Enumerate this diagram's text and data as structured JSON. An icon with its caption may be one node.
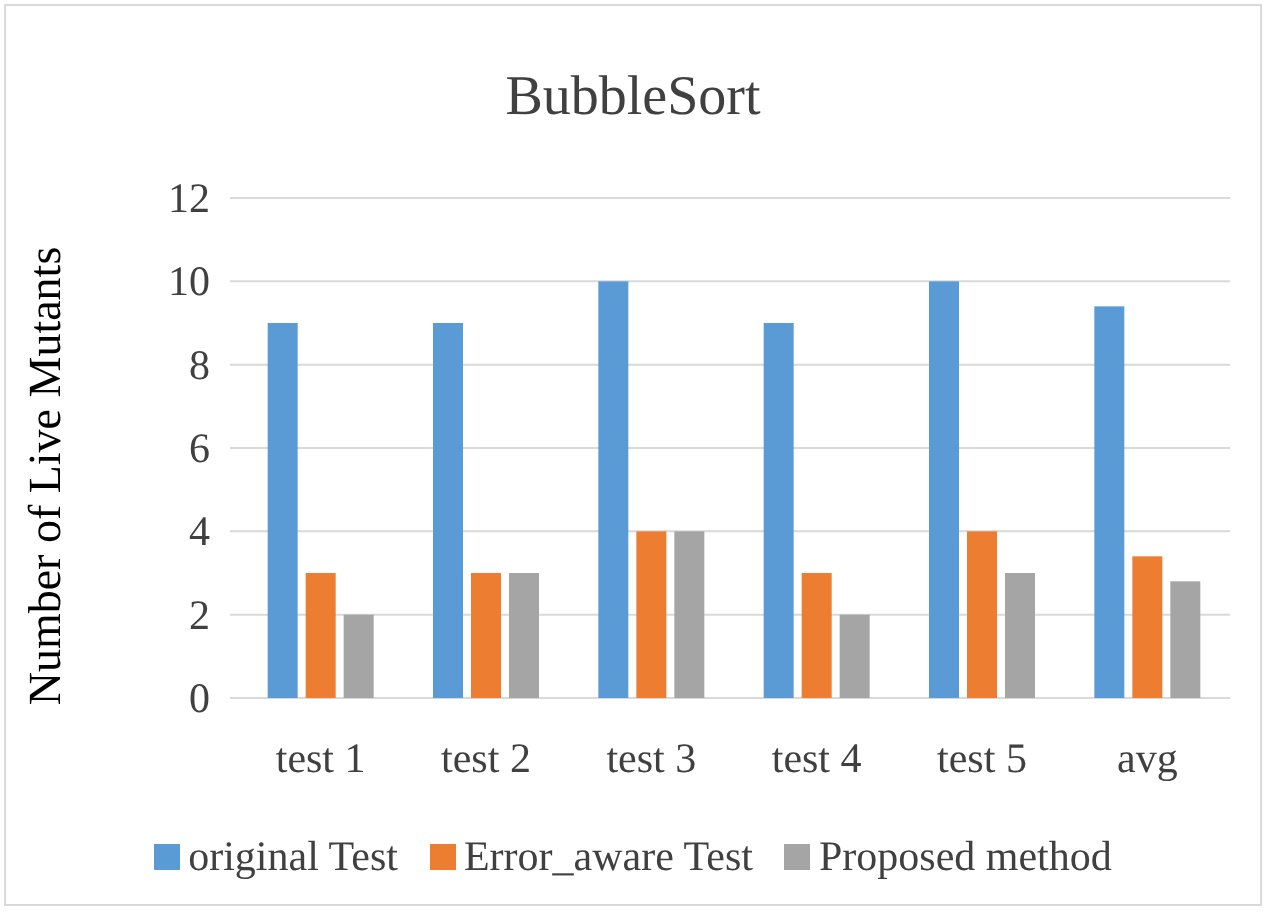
{
  "diagram": {
    "chart_data": {
      "type": "bar",
      "title": "BubbleSort",
      "ylabel": "Number of Live Mutants",
      "categories": [
        "test 1",
        "test 2",
        "test 3",
        "test 4",
        "test 5",
        "avg"
      ],
      "series": [
        {
          "name": "original Test",
          "color": "#5b9bd5",
          "values": [
            9,
            9,
            10,
            9,
            10,
            9.4
          ]
        },
        {
          "name": "Error_aware Test",
          "color": "#ed7d31",
          "values": [
            3,
            3,
            4,
            3,
            4,
            3.4
          ]
        },
        {
          "name": "Proposed method",
          "color": "#a5a5a5",
          "values": [
            2,
            3,
            4,
            2,
            3,
            2.8
          ]
        }
      ],
      "grid": true,
      "ylim": [
        0,
        12
      ],
      "yticks": [
        0,
        2,
        4,
        6,
        8,
        10,
        12
      ]
    }
  }
}
